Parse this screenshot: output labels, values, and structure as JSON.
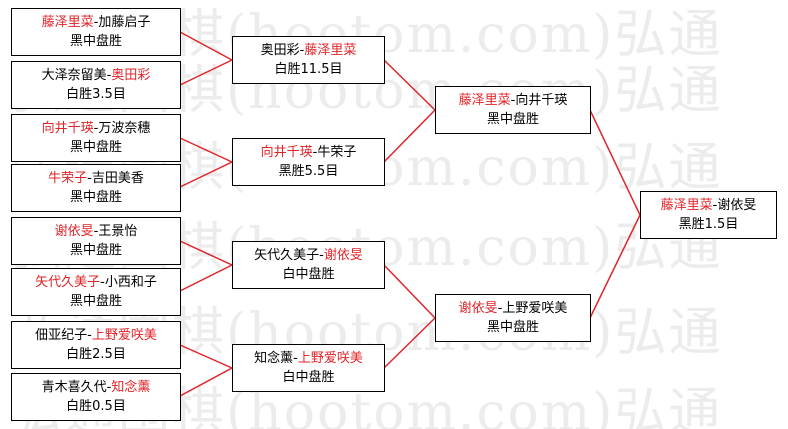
{
  "watermark_text": "弘通围棋(hootom.com)弘通",
  "colors": {
    "winner": "#e0242a",
    "line": "#e0242a",
    "border": "#000000"
  },
  "boxes": [
    {
      "id": "r1-1",
      "parts": [
        {
          "t": "藤泽里菜",
          "w": true
        },
        {
          "t": "-加藤启子",
          "w": false
        }
      ],
      "result": "黑中盘胜"
    },
    {
      "id": "r1-2",
      "parts": [
        {
          "t": "大泽奈留美-",
          "w": false
        },
        {
          "t": "奥田彩",
          "w": true
        }
      ],
      "result": "白胜3.5目"
    },
    {
      "id": "r1-3",
      "parts": [
        {
          "t": "向井千瑛",
          "w": true
        },
        {
          "t": "-万波奈穗",
          "w": false
        }
      ],
      "result": "黑中盘胜"
    },
    {
      "id": "r1-4",
      "parts": [
        {
          "t": "牛荣子",
          "w": true
        },
        {
          "t": "-吉田美香",
          "w": false
        }
      ],
      "result": "黑中盘胜"
    },
    {
      "id": "r1-5",
      "parts": [
        {
          "t": "谢依旻",
          "w": true
        },
        {
          "t": "-王景怡",
          "w": false
        }
      ],
      "result": "黑中盘胜"
    },
    {
      "id": "r1-6",
      "parts": [
        {
          "t": "矢代久美子",
          "w": true
        },
        {
          "t": "-小西和子",
          "w": false
        }
      ],
      "result": "黑中盘胜"
    },
    {
      "id": "r1-7",
      "parts": [
        {
          "t": "佃亚纪子-",
          "w": false
        },
        {
          "t": "上野爱咲美",
          "w": true
        }
      ],
      "result": "白胜2.5目"
    },
    {
      "id": "r1-8",
      "parts": [
        {
          "t": "青木喜久代-",
          "w": false
        },
        {
          "t": "知念薰",
          "w": true
        }
      ],
      "result": "白胜0.5目"
    },
    {
      "id": "r2-1",
      "parts": [
        {
          "t": "奥田彩-",
          "w": false
        },
        {
          "t": "藤泽里菜",
          "w": true
        }
      ],
      "result": "白胜11.5目"
    },
    {
      "id": "r2-2",
      "parts": [
        {
          "t": "向井千瑛",
          "w": true
        },
        {
          "t": "-牛荣子",
          "w": false
        }
      ],
      "result": "黑胜5.5目"
    },
    {
      "id": "r2-3",
      "parts": [
        {
          "t": "矢代久美子-",
          "w": false
        },
        {
          "t": "谢依旻",
          "w": true
        }
      ],
      "result": "白中盘胜"
    },
    {
      "id": "r2-4",
      "parts": [
        {
          "t": "知念薰-",
          "w": false
        },
        {
          "t": "上野爱咲美",
          "w": true
        }
      ],
      "result": "白中盘胜"
    },
    {
      "id": "r3-1",
      "parts": [
        {
          "t": "藤泽里菜",
          "w": true
        },
        {
          "t": "-向井千瑛",
          "w": false
        }
      ],
      "result": "黑中盘胜"
    },
    {
      "id": "r3-2",
      "parts": [
        {
          "t": "谢依旻",
          "w": true
        },
        {
          "t": "-上野爱咲美",
          "w": false
        }
      ],
      "result": "黑中盘胜"
    },
    {
      "id": "final",
      "parts": [
        {
          "t": "藤泽里菜",
          "w": true
        },
        {
          "t": "-谢依旻",
          "w": false
        }
      ],
      "result": "黑胜1.5目"
    }
  ]
}
